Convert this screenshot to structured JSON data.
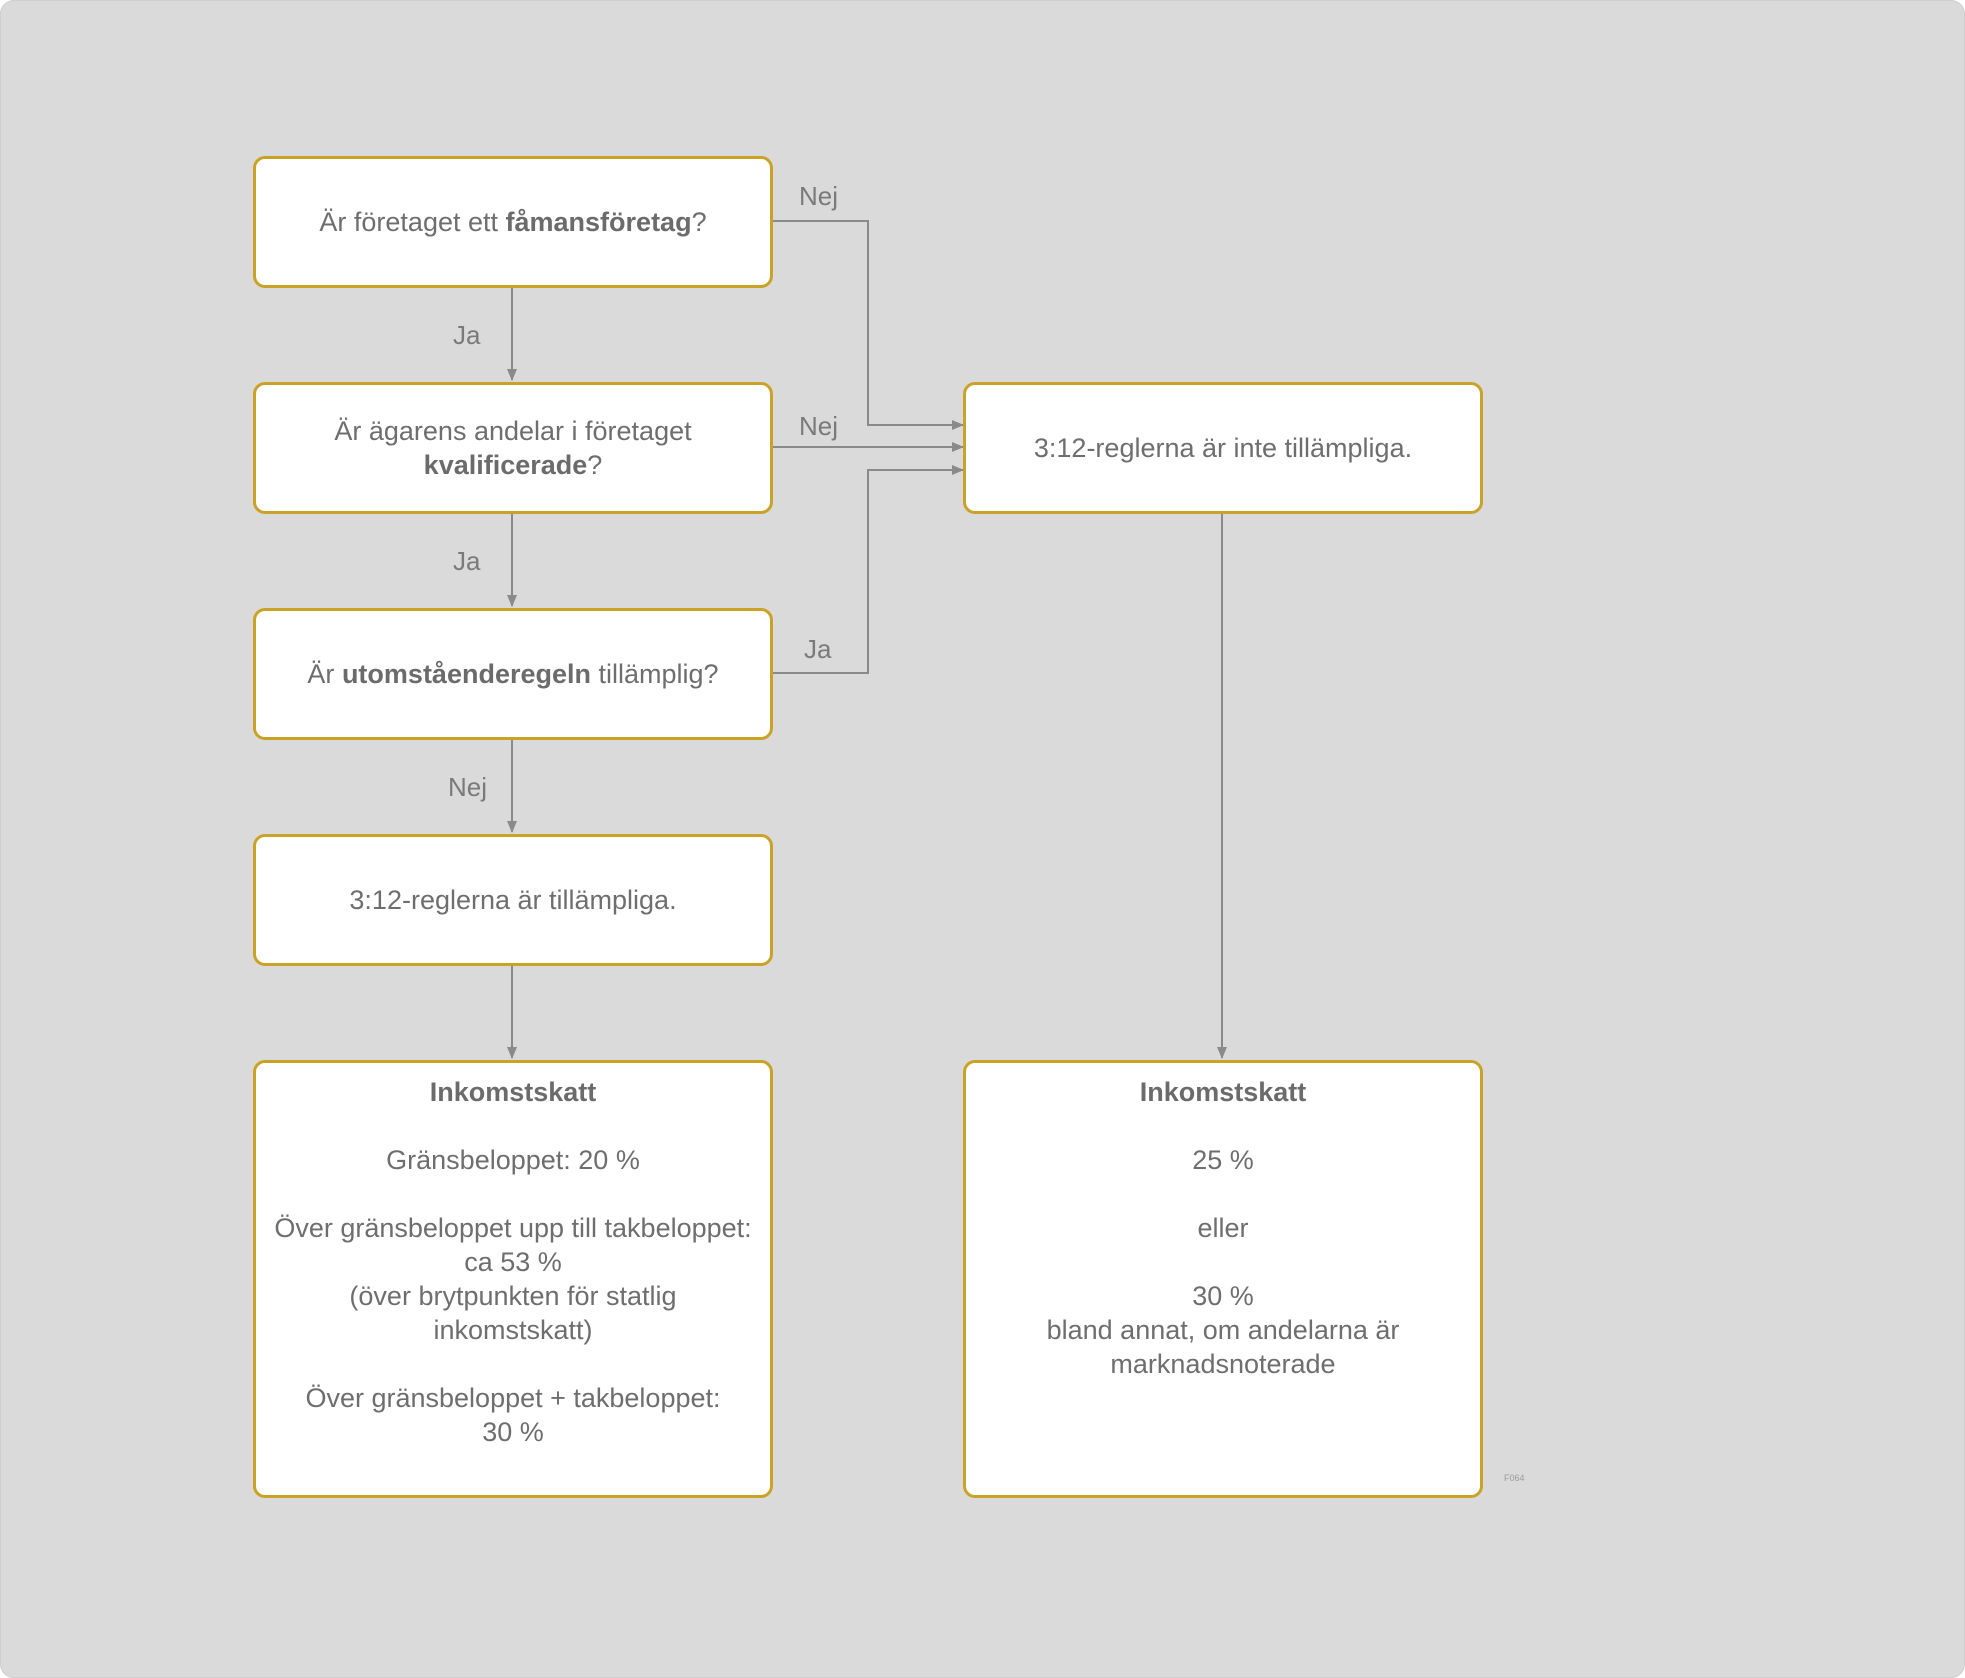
{
  "nodes": {
    "q1": {
      "prefix": "Är företaget ett ",
      "strong": "fåmansföretag",
      "suffix": "?"
    },
    "q2": {
      "line1": "Är ägarens andelar i företaget",
      "strong": "kvalificerade",
      "suffix": "?"
    },
    "q3": {
      "prefix": "Är ",
      "strong": "utomståenderegeln",
      "suffix": " tillämplig?"
    },
    "applies": {
      "text": "3:12-reglerna är tillämpliga."
    },
    "not_applies": {
      "text": "3:12-reglerna är inte tillämpliga."
    },
    "tax_left": {
      "title": "Inkomstskatt",
      "line1": "Gränsbeloppet: 20 %",
      "line2": "Över gränsbeloppet upp till takbeloppet:",
      "line3": "ca 53 %",
      "line4": "(över brytpunkten för statlig",
      "line5": "inkomstskatt)",
      "line6": "Över gränsbeloppet + takbeloppet:",
      "line7": "30 %"
    },
    "tax_right": {
      "title": "Inkomstskatt",
      "line1": "25 %",
      "line2": "eller",
      "line3": "30 %",
      "line4": "bland annat, om andelarna är",
      "line5": "marknadsnoterade"
    }
  },
  "edge_labels": {
    "q1_no": "Nej",
    "q1_yes": "Ja",
    "q2_no": "Nej",
    "q2_yes": "Ja",
    "q3_yes": "Ja",
    "q3_no": "Nej"
  },
  "figure_code": "F064",
  "colors": {
    "background": "#dadada",
    "box_border": "#c9a227",
    "box_fill": "#ffffff",
    "text": "#6e6e6e",
    "connector": "#8a8a8a"
  }
}
